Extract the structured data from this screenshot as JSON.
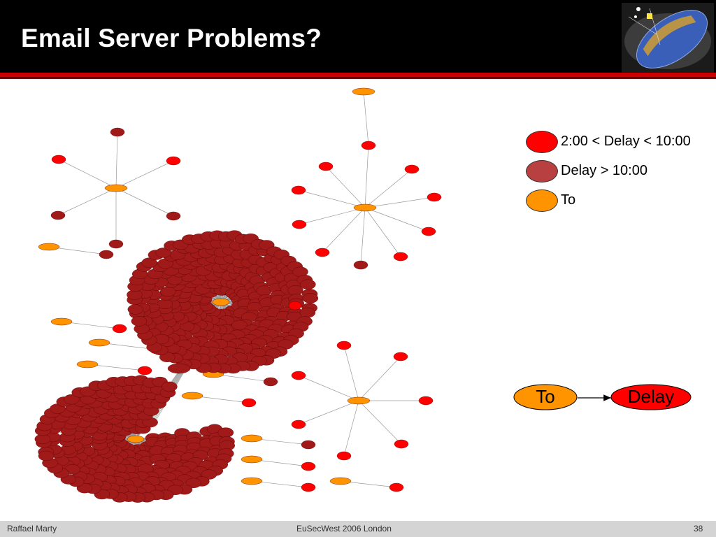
{
  "slide": {
    "title": "Email Server Problems?",
    "page_number": "38"
  },
  "legend": [
    {
      "label": "2:00 < Delay < 10:00",
      "color": "#ff0000"
    },
    {
      "label": "Delay > 10:00",
      "color": "#b84040"
    },
    {
      "label": "To",
      "color": "#ff9400"
    }
  ],
  "flow": {
    "from_label": "To",
    "to_label": "Delay",
    "from_color": "#ff9400",
    "to_color": "#ff0000"
  },
  "footer": {
    "author": "Raffael Marty",
    "event": "EuSecWest 2006 London"
  },
  "colors": {
    "header_bg": "#000000",
    "accent_red": "#d10000",
    "delay_dark": "#a01a1a",
    "delay_bright": "#ff0000",
    "to_node": "#ff9400"
  },
  "icons": {
    "logo": "network-globe-logo"
  }
}
